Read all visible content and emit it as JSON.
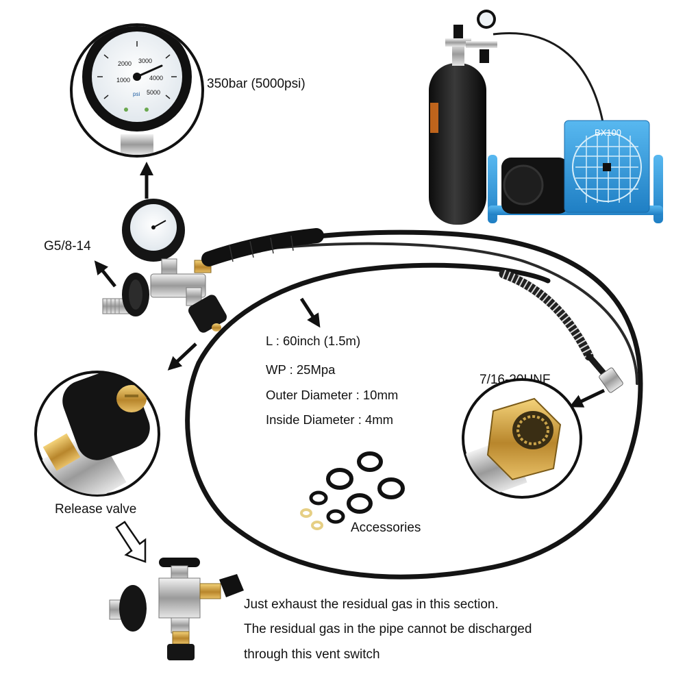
{
  "gauge_callout": {
    "label": "350bar (5000psi)",
    "dial_numbers": [
      "1000",
      "2000",
      "3000",
      "4000",
      "5000"
    ],
    "dial_unit": "psi"
  },
  "inlet_thread": {
    "label": "G5/8-14"
  },
  "hose_specs": [
    "L : 60inch (1.5m)",
    "WP : 25Mpa",
    "Outer Diameter : 10mm",
    "Inside Diameter : 4mm"
  ],
  "outlet_thread": {
    "label": "7/16-20UNF"
  },
  "release_valve": {
    "label": "Release valve"
  },
  "accessories": {
    "label": "Accessories"
  },
  "compressor": {
    "badge": "BX100"
  },
  "note_lines": [
    "Just exhaust the residual gas in this section.",
    "The residual gas in the pipe cannot be discharged",
    "through this vent switch"
  ],
  "colors": {
    "compressor_blue": "#2f9be0",
    "brass": "#c99a3a",
    "hose_black": "#141414"
  }
}
